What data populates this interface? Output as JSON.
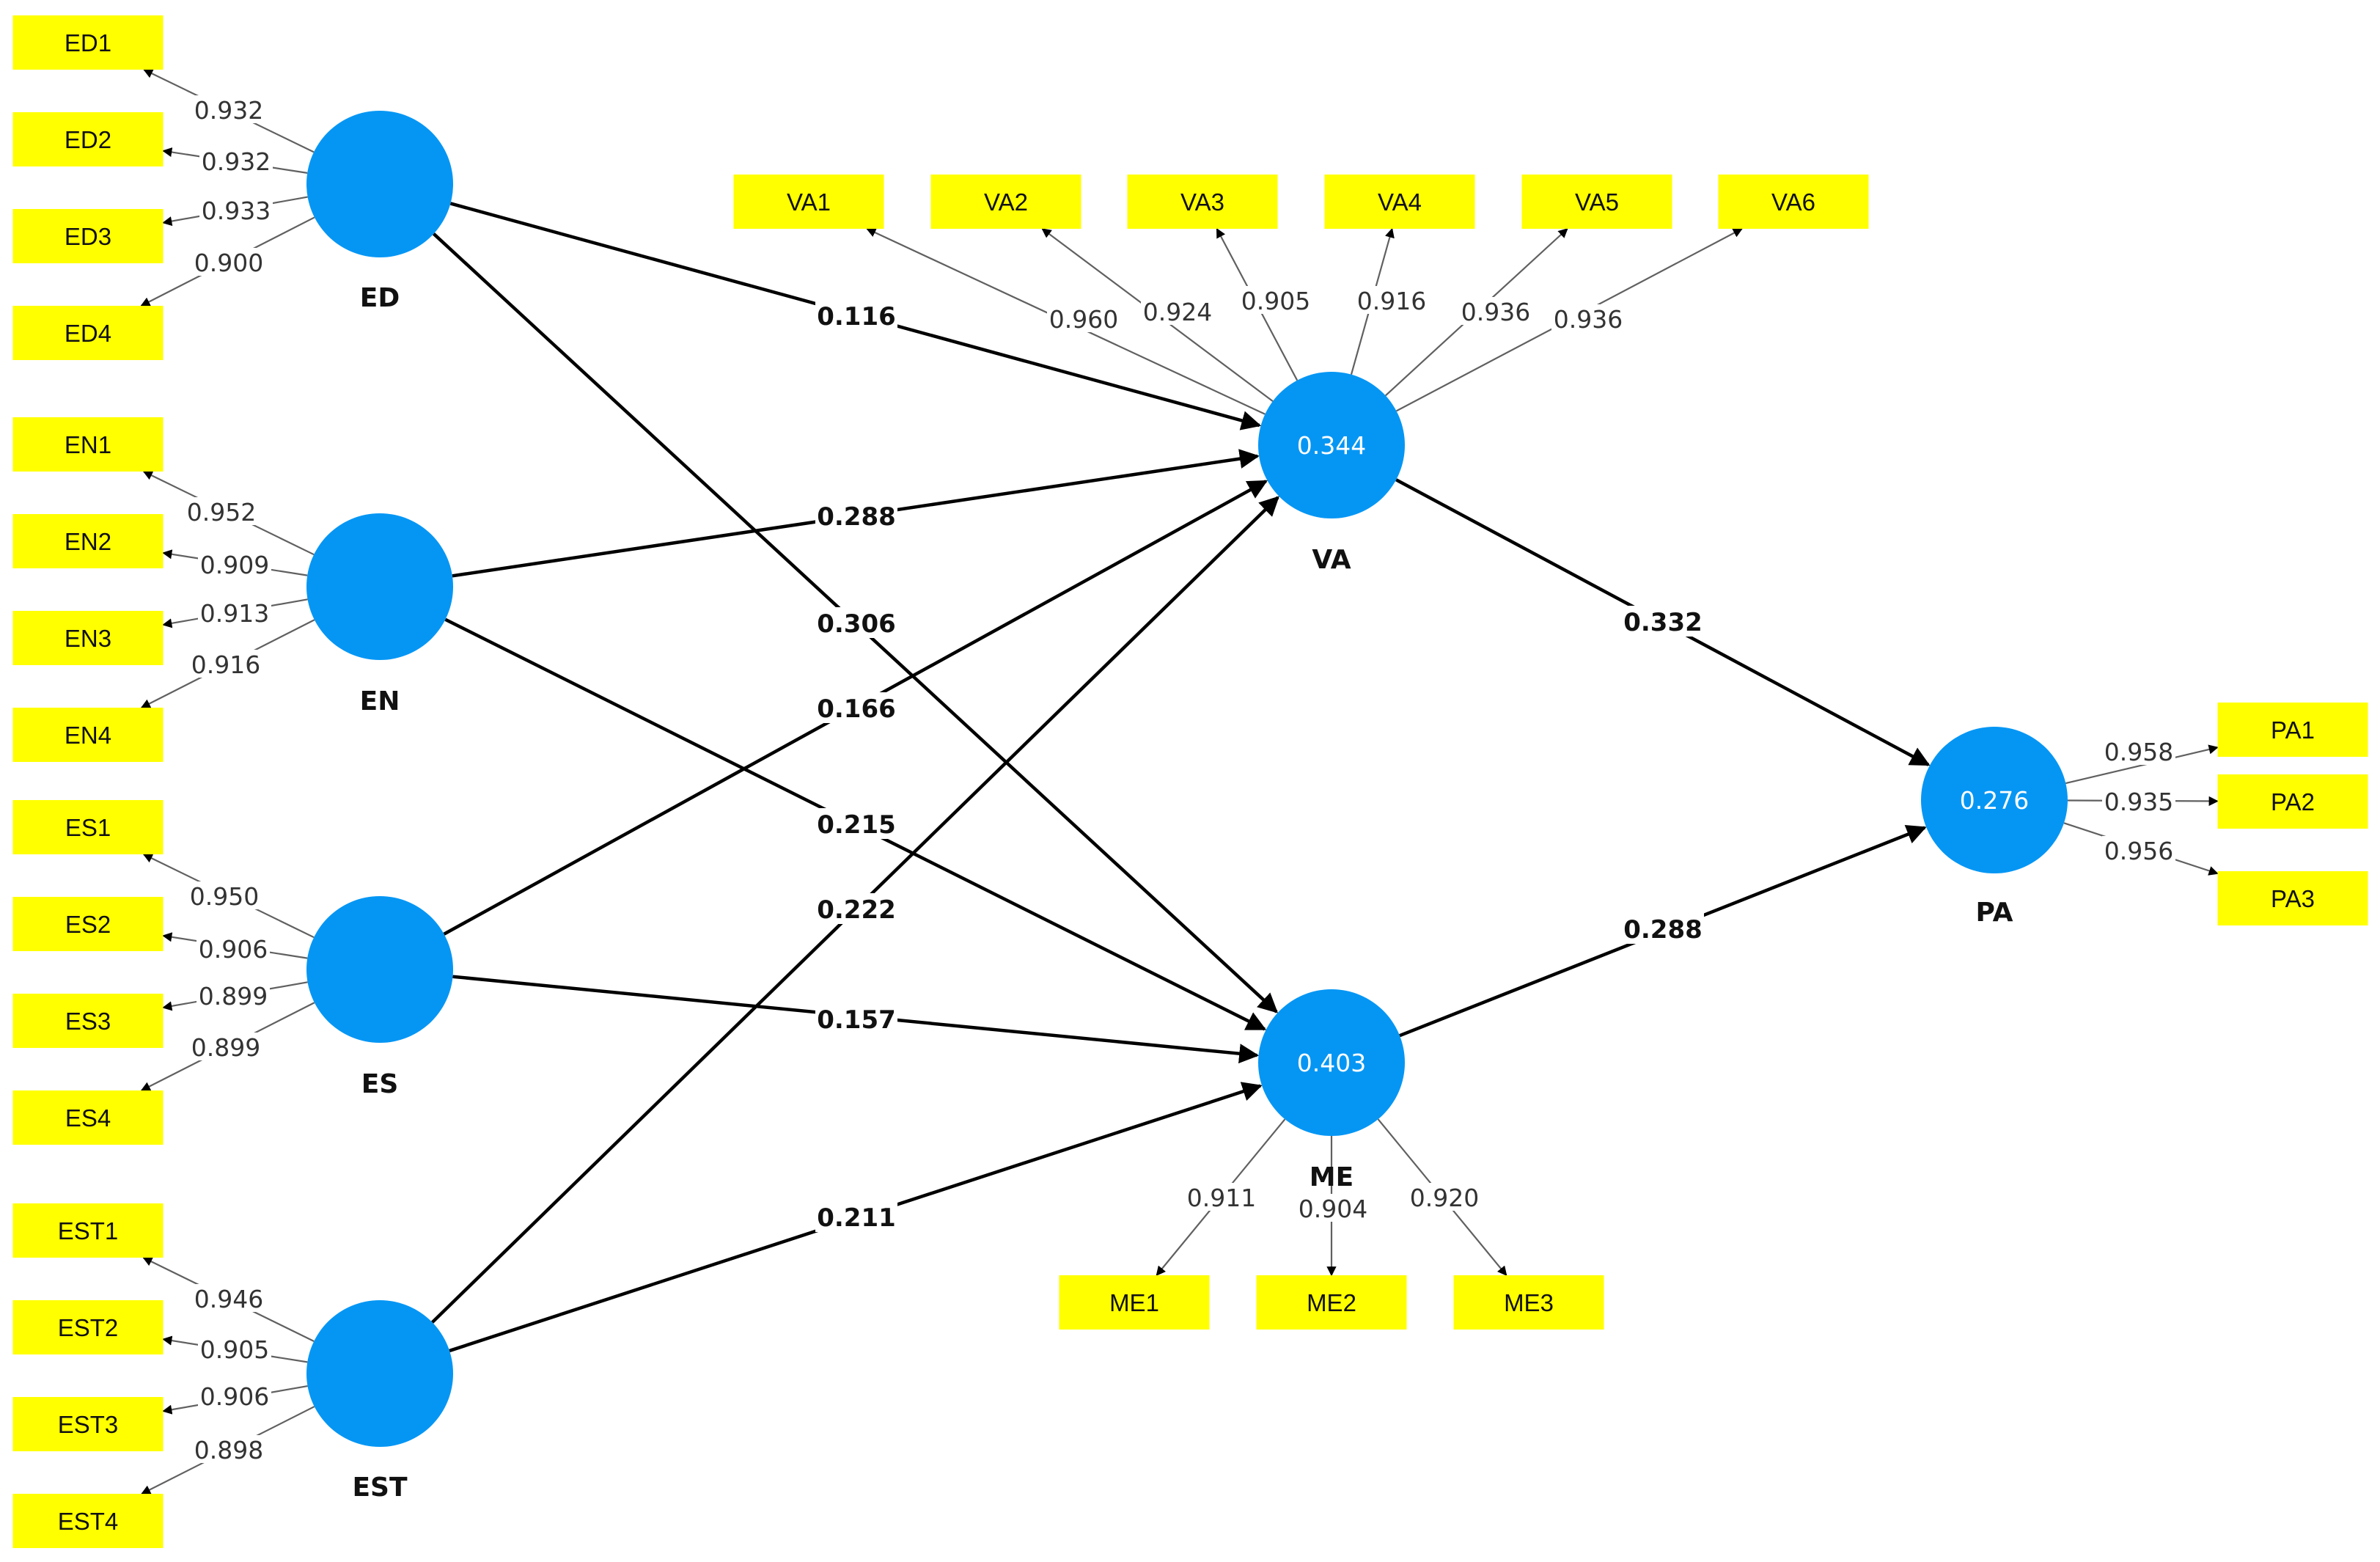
{
  "colors": {
    "latent": "#0596f4",
    "indicator": "#ffff00",
    "path": "#000000",
    "loading": "#606060"
  },
  "latents": {
    "ED": {
      "label": "ED",
      "r2": ""
    },
    "EN": {
      "label": "EN",
      "r2": ""
    },
    "ES": {
      "label": "ES",
      "r2": ""
    },
    "EST": {
      "label": "EST",
      "r2": ""
    },
    "VA": {
      "label": "VA",
      "r2": "0.344"
    },
    "ME": {
      "label": "ME",
      "r2": "0.403"
    },
    "PA": {
      "label": "PA",
      "r2": "0.276"
    }
  },
  "indicators": {
    "ED1": "ED1",
    "ED2": "ED2",
    "ED3": "ED3",
    "ED4": "ED4",
    "EN1": "EN1",
    "EN2": "EN2",
    "EN3": "EN3",
    "EN4": "EN4",
    "ES1": "ES1",
    "ES2": "ES2",
    "ES3": "ES3",
    "ES4": "ES4",
    "EST1": "EST1",
    "EST2": "EST2",
    "EST3": "EST3",
    "EST4": "EST4",
    "VA1": "VA1",
    "VA2": "VA2",
    "VA3": "VA3",
    "VA4": "VA4",
    "VA5": "VA5",
    "VA6": "VA6",
    "ME1": "ME1",
    "ME2": "ME2",
    "ME3": "ME3",
    "PA1": "PA1",
    "PA2": "PA2",
    "PA3": "PA3"
  },
  "loadings": [
    {
      "latent": "ED",
      "indicator": "ED1",
      "value": "0.932"
    },
    {
      "latent": "ED",
      "indicator": "ED2",
      "value": "0.932"
    },
    {
      "latent": "ED",
      "indicator": "ED3",
      "value": "0.933"
    },
    {
      "latent": "ED",
      "indicator": "ED4",
      "value": "0.900"
    },
    {
      "latent": "EN",
      "indicator": "EN1",
      "value": "0.952"
    },
    {
      "latent": "EN",
      "indicator": "EN2",
      "value": "0.909"
    },
    {
      "latent": "EN",
      "indicator": "EN3",
      "value": "0.913"
    },
    {
      "latent": "EN",
      "indicator": "EN4",
      "value": "0.916"
    },
    {
      "latent": "ES",
      "indicator": "ES1",
      "value": "0.950"
    },
    {
      "latent": "ES",
      "indicator": "ES2",
      "value": "0.906"
    },
    {
      "latent": "ES",
      "indicator": "ES3",
      "value": "0.899"
    },
    {
      "latent": "ES",
      "indicator": "ES4",
      "value": "0.899"
    },
    {
      "latent": "EST",
      "indicator": "EST1",
      "value": "0.946"
    },
    {
      "latent": "EST",
      "indicator": "EST2",
      "value": "0.905"
    },
    {
      "latent": "EST",
      "indicator": "EST3",
      "value": "0.906"
    },
    {
      "latent": "EST",
      "indicator": "EST4",
      "value": "0.898"
    },
    {
      "latent": "VA",
      "indicator": "VA1",
      "value": "0.960"
    },
    {
      "latent": "VA",
      "indicator": "VA2",
      "value": "0.924"
    },
    {
      "latent": "VA",
      "indicator": "VA3",
      "value": "0.905"
    },
    {
      "latent": "VA",
      "indicator": "VA4",
      "value": "0.916"
    },
    {
      "latent": "VA",
      "indicator": "VA5",
      "value": "0.936"
    },
    {
      "latent": "VA",
      "indicator": "VA6",
      "value": "0.936"
    },
    {
      "latent": "ME",
      "indicator": "ME1",
      "value": "0.911"
    },
    {
      "latent": "ME",
      "indicator": "ME2",
      "value": "0.904"
    },
    {
      "latent": "ME",
      "indicator": "ME3",
      "value": "0.920"
    },
    {
      "latent": "PA",
      "indicator": "PA1",
      "value": "0.958"
    },
    {
      "latent": "PA",
      "indicator": "PA2",
      "value": "0.935"
    },
    {
      "latent": "PA",
      "indicator": "PA3",
      "value": "0.956"
    }
  ],
  "paths": [
    {
      "from": "ED",
      "to": "VA",
      "value": "0.116"
    },
    {
      "from": "ED",
      "to": "ME",
      "value": "0.306"
    },
    {
      "from": "EN",
      "to": "VA",
      "value": "0.288"
    },
    {
      "from": "EN",
      "to": "ME",
      "value": "0.215"
    },
    {
      "from": "ES",
      "to": "VA",
      "value": "0.166"
    },
    {
      "from": "ES",
      "to": "ME",
      "value": "0.157"
    },
    {
      "from": "EST",
      "to": "VA",
      "value": "0.222"
    },
    {
      "from": "EST",
      "to": "ME",
      "value": "0.211"
    },
    {
      "from": "VA",
      "to": "PA",
      "value": "0.332"
    },
    {
      "from": "ME",
      "to": "PA",
      "value": "0.288"
    }
  ]
}
